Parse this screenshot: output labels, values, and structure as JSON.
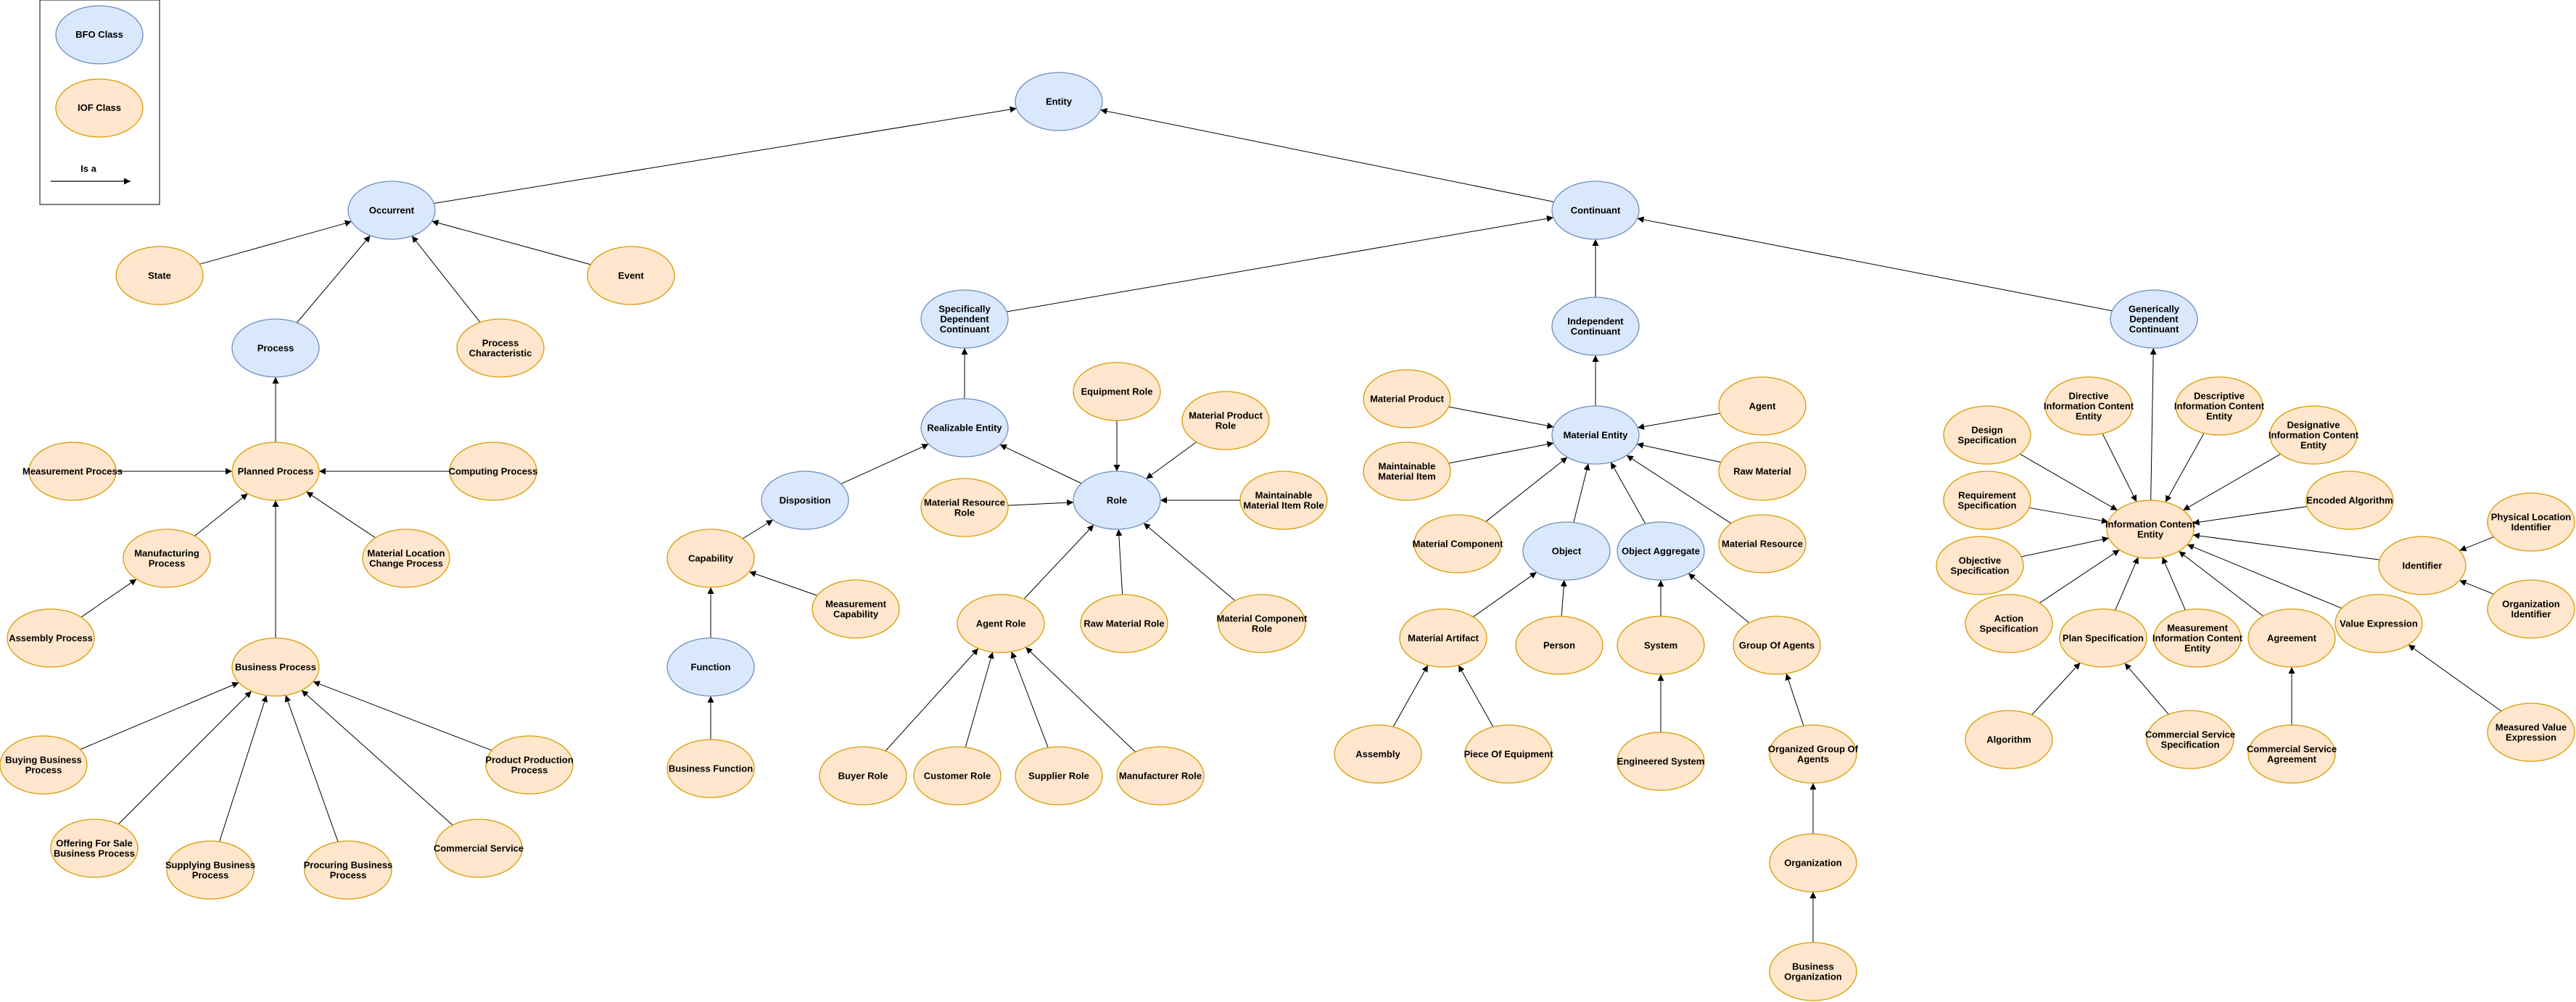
{
  "colors": {
    "bfo_fill": "#dae8fc",
    "bfo_stroke": "#6c8ebf",
    "iof_fill": "#ffe6cc",
    "iof_stroke": "#d79b00",
    "edge": "#000000"
  },
  "legend": {
    "bfo_label": "BFO Class",
    "iof_label": "IOF Class",
    "isa_label": "Is a"
  },
  "nodes": {
    "entity": {
      "label": "Entity",
      "kind": "bfo"
    },
    "occurrent": {
      "label": "Occurrent",
      "kind": "bfo"
    },
    "continuant": {
      "label": "Continuant",
      "kind": "bfo"
    },
    "state": {
      "label": "State",
      "kind": "iof"
    },
    "event": {
      "label": "Event",
      "kind": "iof"
    },
    "process": {
      "label": "Process",
      "kind": "bfo"
    },
    "process_characteristic": {
      "label": "Process Characteristic",
      "kind": "iof"
    },
    "planned_process": {
      "label": "Planned Process",
      "kind": "iof"
    },
    "measurement_process": {
      "label": "Measurement Process",
      "kind": "iof"
    },
    "computing_process": {
      "label": "Computing Process",
      "kind": "iof"
    },
    "manufacturing_process": {
      "label": "Manufacturing Process",
      "kind": "iof"
    },
    "material_location_change_process": {
      "label": "Material Location Change Process",
      "kind": "iof"
    },
    "assembly_process": {
      "label": "Assembly Process",
      "kind": "iof"
    },
    "business_process": {
      "label": "Business Process",
      "kind": "iof"
    },
    "buying_business_process": {
      "label": "Buying Business Process",
      "kind": "iof"
    },
    "product_production_process": {
      "label": "Product Production Process",
      "kind": "iof"
    },
    "offering_for_sale_business_process": {
      "label": "Offering For Sale Business Process",
      "kind": "iof"
    },
    "supplying_business_process": {
      "label": "Supplying Business Process",
      "kind": "iof"
    },
    "procuring_business_process": {
      "label": "Procuring Business Process",
      "kind": "iof"
    },
    "commercial_service": {
      "label": "Commercial Service",
      "kind": "iof"
    },
    "specifically_dependent_continuant": {
      "label": "Specifically Dependent Continuant",
      "kind": "bfo"
    },
    "realizable_entity": {
      "label": "Realizable Entity",
      "kind": "bfo"
    },
    "disposition": {
      "label": "Disposition",
      "kind": "bfo"
    },
    "capability": {
      "label": "Capability",
      "kind": "iof"
    },
    "measurement_capability": {
      "label": "Measurement Capability",
      "kind": "iof"
    },
    "function": {
      "label": "Function",
      "kind": "bfo"
    },
    "business_function": {
      "label": "Business Function",
      "kind": "iof"
    },
    "role": {
      "label": "Role",
      "kind": "bfo"
    },
    "equipment_role": {
      "label": "Equipment Role",
      "kind": "iof"
    },
    "material_product_role": {
      "label": "Material Product Role",
      "kind": "iof"
    },
    "material_resource_role": {
      "label": "Material Resource Role",
      "kind": "iof"
    },
    "maintainable_material_item_role": {
      "label": "Maintainable Material Item Role",
      "kind": "iof"
    },
    "agent_role": {
      "label": "Agent Role",
      "kind": "iof"
    },
    "raw_material_role": {
      "label": "Raw Material Role",
      "kind": "iof"
    },
    "material_component_role": {
      "label": "Material Component Role",
      "kind": "iof"
    },
    "buyer_role": {
      "label": "Buyer Role",
      "kind": "iof"
    },
    "customer_role": {
      "label": "Customer Role",
      "kind": "iof"
    },
    "supplier_role": {
      "label": "Supplier Role",
      "kind": "iof"
    },
    "manufacturer_role": {
      "label": "Manufacturer Role",
      "kind": "iof"
    },
    "independent_continuant": {
      "label": "Independent Continuant",
      "kind": "bfo"
    },
    "material_entity": {
      "label": "Material Entity",
      "kind": "bfo"
    },
    "material_product": {
      "label": "Material Product",
      "kind": "iof"
    },
    "agent": {
      "label": "Agent",
      "kind": "iof"
    },
    "maintainable_material_item": {
      "label": "Maintainable Material Item",
      "kind": "iof"
    },
    "raw_material": {
      "label": "Raw Material",
      "kind": "iof"
    },
    "material_component": {
      "label": "Material Component",
      "kind": "iof"
    },
    "object": {
      "label": "Object",
      "kind": "bfo"
    },
    "object_aggregate": {
      "label": "Object Aggregate",
      "kind": "bfo"
    },
    "material_resource": {
      "label": "Material Resource",
      "kind": "iof"
    },
    "material_artifact": {
      "label": "Material Artifact",
      "kind": "iof"
    },
    "person": {
      "label": "Person",
      "kind": "iof"
    },
    "system": {
      "label": "System",
      "kind": "iof"
    },
    "group_of_agents": {
      "label": "Group Of Agents",
      "kind": "iof"
    },
    "assembly": {
      "label": "Assembly",
      "kind": "iof"
    },
    "piece_of_equipment": {
      "label": "Piece Of Equipment",
      "kind": "iof"
    },
    "engineered_system": {
      "label": "Engineered System",
      "kind": "iof"
    },
    "organized_group_of_agents": {
      "label": "Organized Group Of Agents",
      "kind": "iof"
    },
    "organization": {
      "label": "Organization",
      "kind": "iof"
    },
    "business_organization": {
      "label": "Business Organization",
      "kind": "iof"
    },
    "generically_dependent_continuant": {
      "label": "Generically Dependent Continuant",
      "kind": "bfo"
    },
    "information_content_entity": {
      "label": "Information Content Entity",
      "kind": "iof"
    },
    "directive_ice": {
      "label": "Directive Information Content Entity",
      "kind": "iof"
    },
    "descriptive_ice": {
      "label": "Descriptive Information Content Entity",
      "kind": "iof"
    },
    "designative_ice": {
      "label": "Designative Information Content Entity",
      "kind": "iof"
    },
    "design_specification": {
      "label": "Design Specification",
      "kind": "iof"
    },
    "requirement_specification": {
      "label": "Requirement Specification",
      "kind": "iof"
    },
    "encoded_algorithm": {
      "label": "Encoded Algorithm",
      "kind": "iof"
    },
    "objective_specification": {
      "label": "Objective Specification",
      "kind": "iof"
    },
    "physical_location_identifier": {
      "label": "Physical Location Identifier",
      "kind": "iof"
    },
    "identifier": {
      "label": "Identifier",
      "kind": "iof"
    },
    "organization_identifier": {
      "label": "Organization Identifier",
      "kind": "iof"
    },
    "action_specification": {
      "label": "Action Specification",
      "kind": "iof"
    },
    "plan_specification": {
      "label": "Plan Specification",
      "kind": "iof"
    },
    "measurement_ice": {
      "label": "Measurement Information Content Entity",
      "kind": "iof"
    },
    "agreement": {
      "label": "Agreement",
      "kind": "iof"
    },
    "value_expression": {
      "label": "Value Expression",
      "kind": "iof"
    },
    "algorithm": {
      "label": "Algorithm",
      "kind": "iof"
    },
    "commercial_service_specification": {
      "label": "Commercial Service Specification",
      "kind": "iof"
    },
    "commercial_service_agreement": {
      "label": "Commercial Service Agreement",
      "kind": "iof"
    },
    "measured_value_expression": {
      "label": "Measured Value Expression",
      "kind": "iof"
    }
  },
  "edges": [
    [
      "occurrent",
      "entity"
    ],
    [
      "continuant",
      "entity"
    ],
    [
      "state",
      "occurrent"
    ],
    [
      "event",
      "occurrent"
    ],
    [
      "process",
      "occurrent"
    ],
    [
      "process_characteristic",
      "occurrent"
    ],
    [
      "planned_process",
      "process"
    ],
    [
      "measurement_process",
      "planned_process"
    ],
    [
      "computing_process",
      "planned_process"
    ],
    [
      "manufacturing_process",
      "planned_process"
    ],
    [
      "material_location_change_process",
      "planned_process"
    ],
    [
      "business_process",
      "planned_process"
    ],
    [
      "assembly_process",
      "manufacturing_process"
    ],
    [
      "buying_business_process",
      "business_process"
    ],
    [
      "offering_for_sale_business_process",
      "business_process"
    ],
    [
      "supplying_business_process",
      "business_process"
    ],
    [
      "procuring_business_process",
      "business_process"
    ],
    [
      "commercial_service",
      "business_process"
    ],
    [
      "product_production_process",
      "business_process"
    ],
    [
      "specifically_dependent_continuant",
      "continuant"
    ],
    [
      "independent_continuant",
      "continuant"
    ],
    [
      "generically_dependent_continuant",
      "continuant"
    ],
    [
      "realizable_entity",
      "specifically_dependent_continuant"
    ],
    [
      "disposition",
      "realizable_entity"
    ],
    [
      "role",
      "realizable_entity"
    ],
    [
      "capability",
      "disposition"
    ],
    [
      "measurement_capability",
      "capability"
    ],
    [
      "function",
      "capability"
    ],
    [
      "business_function",
      "function"
    ],
    [
      "equipment_role",
      "role"
    ],
    [
      "material_product_role",
      "role"
    ],
    [
      "material_resource_role",
      "role"
    ],
    [
      "maintainable_material_item_role",
      "role"
    ],
    [
      "agent_role",
      "role"
    ],
    [
      "raw_material_role",
      "role"
    ],
    [
      "material_component_role",
      "role"
    ],
    [
      "buyer_role",
      "agent_role"
    ],
    [
      "customer_role",
      "agent_role"
    ],
    [
      "supplier_role",
      "agent_role"
    ],
    [
      "manufacturer_role",
      "agent_role"
    ],
    [
      "material_entity",
      "independent_continuant"
    ],
    [
      "material_product",
      "material_entity"
    ],
    [
      "agent",
      "material_entity"
    ],
    [
      "maintainable_material_item",
      "material_entity"
    ],
    [
      "raw_material",
      "material_entity"
    ],
    [
      "material_component",
      "material_entity"
    ],
    [
      "object",
      "material_entity"
    ],
    [
      "object_aggregate",
      "material_entity"
    ],
    [
      "material_resource",
      "material_entity"
    ],
    [
      "material_artifact",
      "object"
    ],
    [
      "person",
      "object"
    ],
    [
      "system",
      "object_aggregate"
    ],
    [
      "group_of_agents",
      "object_aggregate"
    ],
    [
      "assembly",
      "material_artifact"
    ],
    [
      "piece_of_equipment",
      "material_artifact"
    ],
    [
      "engineered_system",
      "system"
    ],
    [
      "organized_group_of_agents",
      "group_of_agents"
    ],
    [
      "organization",
      "organized_group_of_agents"
    ],
    [
      "business_organization",
      "organization"
    ],
    [
      "information_content_entity",
      "generically_dependent_continuant"
    ],
    [
      "directive_ice",
      "information_content_entity"
    ],
    [
      "descriptive_ice",
      "information_content_entity"
    ],
    [
      "designative_ice",
      "information_content_entity"
    ],
    [
      "design_specification",
      "information_content_entity"
    ],
    [
      "requirement_specification",
      "information_content_entity"
    ],
    [
      "encoded_algorithm",
      "information_content_entity"
    ],
    [
      "objective_specification",
      "information_content_entity"
    ],
    [
      "identifier",
      "information_content_entity"
    ],
    [
      "action_specification",
      "information_content_entity"
    ],
    [
      "plan_specification",
      "information_content_entity"
    ],
    [
      "measurement_ice",
      "information_content_entity"
    ],
    [
      "agreement",
      "information_content_entity"
    ],
    [
      "value_expression",
      "information_content_entity"
    ],
    [
      "physical_location_identifier",
      "identifier"
    ],
    [
      "organization_identifier",
      "identifier"
    ],
    [
      "algorithm",
      "plan_specification"
    ],
    [
      "commercial_service_specification",
      "plan_specification"
    ],
    [
      "commercial_service_agreement",
      "agreement"
    ],
    [
      "measured_value_expression",
      "value_expression"
    ]
  ]
}
